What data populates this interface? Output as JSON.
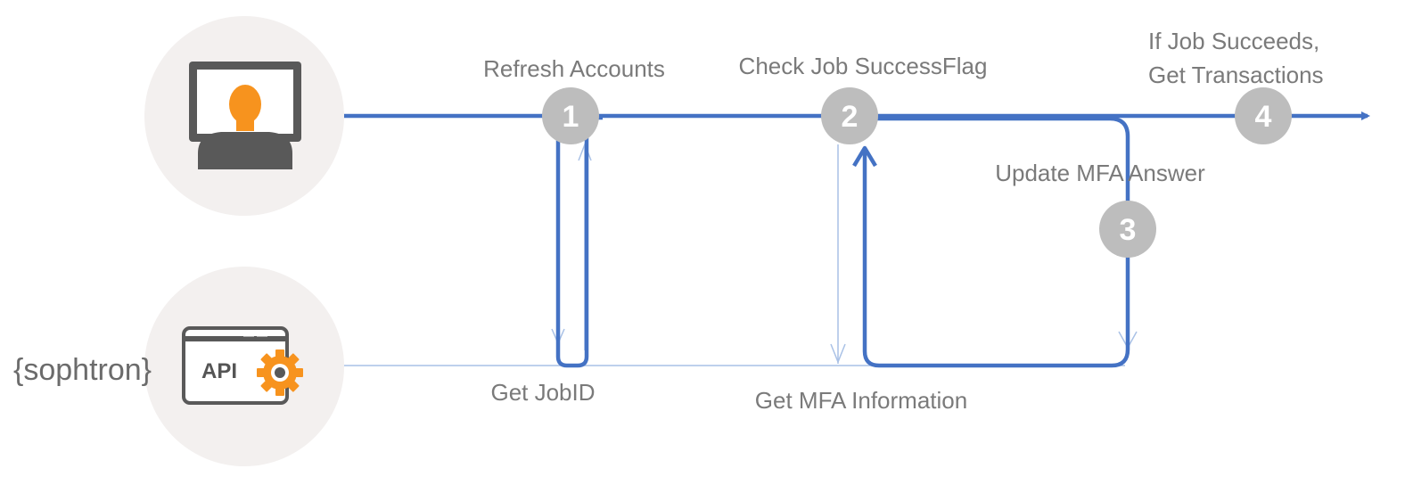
{
  "brand": "{sophtron}",
  "icons": {
    "user": "user-at-computer-icon",
    "api": "api-gear-icon",
    "prompt": ">-",
    "api_label": "API"
  },
  "steps": [
    {
      "number": "1",
      "label": "Refresh Accounts"
    },
    {
      "number": "2",
      "label": "Check Job SuccessFlag"
    },
    {
      "number": "3",
      "label": "Update MFA Answer"
    },
    {
      "number": "4",
      "label_lines": [
        "If Job Succeeds,",
        "Get Transactions"
      ]
    }
  ],
  "responses": {
    "job_id": "Get JobID",
    "mfa_info": "Get MFA Information"
  },
  "colors": {
    "flow_line": "#4472c4",
    "light_line": "#a9c1e6",
    "step_circle": "#bdbdbd",
    "icon_bg": "#f3f0ef",
    "orange": "#f7931e",
    "dark_gray": "#595959"
  }
}
